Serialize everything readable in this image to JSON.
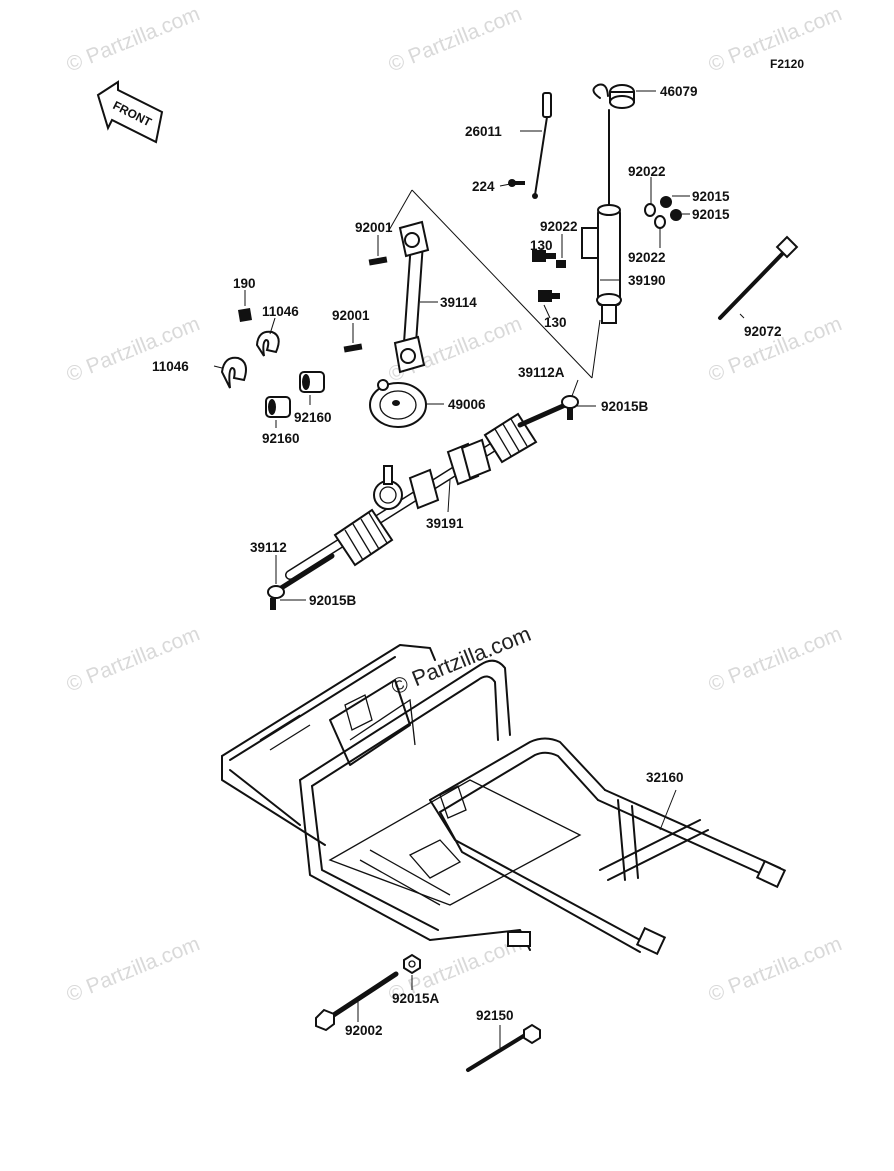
{
  "diagram": {
    "figure_code": "F2120",
    "front_label": "FRONT",
    "watermark": "© Partzilla.com",
    "watermark_center": "© Partzilla.com"
  },
  "parts": [
    {
      "id": "p46079",
      "label": "46079"
    },
    {
      "id": "p26011",
      "label": "26011"
    },
    {
      "id": "p224",
      "label": "224"
    },
    {
      "id": "p92022a",
      "label": "92022"
    },
    {
      "id": "p92015a",
      "label": "92015"
    },
    {
      "id": "p92015b",
      "label": "92015"
    },
    {
      "id": "p92022b",
      "label": "92022"
    },
    {
      "id": "p92022c",
      "label": "92022"
    },
    {
      "id": "p92001a",
      "label": "92001"
    },
    {
      "id": "p130a",
      "label": "130"
    },
    {
      "id": "p39190",
      "label": "39190"
    },
    {
      "id": "p130b",
      "label": "130"
    },
    {
      "id": "p190",
      "label": "190"
    },
    {
      "id": "p11046a",
      "label": "11046"
    },
    {
      "id": "p39114",
      "label": "39114"
    },
    {
      "id": "p92001b",
      "label": "92001"
    },
    {
      "id": "p92072",
      "label": "92072"
    },
    {
      "id": "p11046b",
      "label": "11046"
    },
    {
      "id": "p39112A",
      "label": "39112A"
    },
    {
      "id": "p92015B_r",
      "label": "92015B"
    },
    {
      "id": "p49006",
      "label": "49006"
    },
    {
      "id": "p92160a",
      "label": "92160"
    },
    {
      "id": "p92160b",
      "label": "92160"
    },
    {
      "id": "p39191",
      "label": "39191"
    },
    {
      "id": "p39112",
      "label": "39112"
    },
    {
      "id": "p92015B_l",
      "label": "92015B"
    },
    {
      "id": "p32160",
      "label": "32160"
    },
    {
      "id": "p92015A",
      "label": "92015A"
    },
    {
      "id": "p92002",
      "label": "92002"
    },
    {
      "id": "p92150",
      "label": "92150"
    }
  ]
}
